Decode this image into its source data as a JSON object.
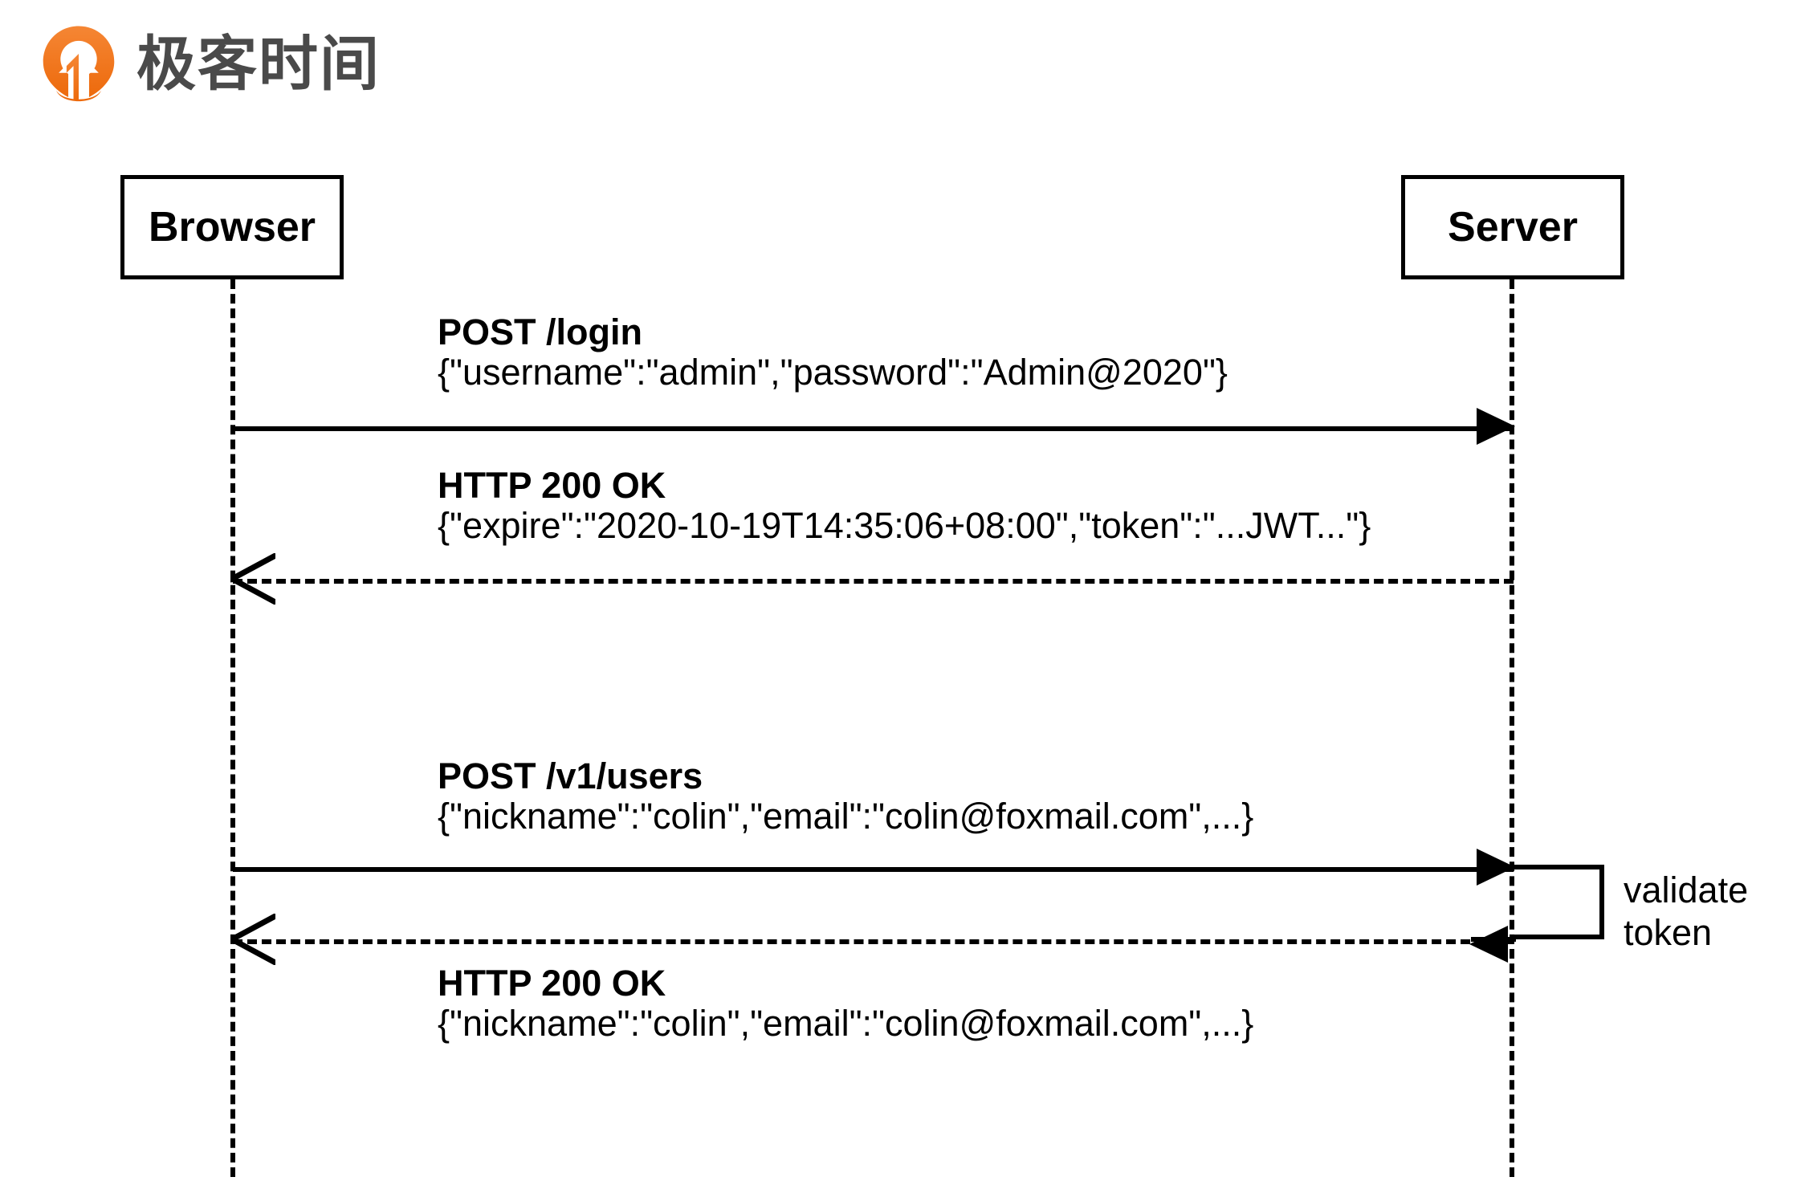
{
  "brand": {
    "name": "极客时间",
    "logo_icon": "geektime-logo-icon",
    "logo_color": "#F26522",
    "text_color": "#4A4A4A"
  },
  "diagram": {
    "type": "sequence-diagram",
    "stroke_color": "#000000",
    "background": "#FFFFFF",
    "participants": [
      {
        "id": "browser",
        "label": "Browser"
      },
      {
        "id": "server",
        "label": "Server"
      }
    ],
    "messages": [
      {
        "id": "msg-1",
        "from": "browser",
        "to": "server",
        "style": "solid",
        "arrowhead": "filled",
        "title": "POST /login",
        "body": "{\"username\":\"admin\",\"password\":\"Admin@2020\"}"
      },
      {
        "id": "msg-2",
        "from": "server",
        "to": "browser",
        "style": "dashed",
        "arrowhead": "open",
        "title": "HTTP 200 OK",
        "body": "{\"expire\":\"2020-10-19T14:35:06+08:00\",\"token\":\"...JWT...\"}"
      },
      {
        "id": "msg-3",
        "from": "browser",
        "to": "server",
        "style": "solid",
        "arrowhead": "filled",
        "title": "POST /v1/users",
        "body": "{\"nickname\":\"colin\",\"email\":\"colin@foxmail.com\",...}"
      },
      {
        "id": "msg-4",
        "from": "server",
        "to": "browser",
        "style": "dashed",
        "arrowhead": "open",
        "title": "HTTP 200 OK",
        "body": "{\"nickname\":\"colin\",\"email\":\"colin@foxmail.com\",...}"
      }
    ],
    "self_message": {
      "id": "self-msg-validate",
      "on": "server",
      "label_line1": "validate",
      "label_line2": "token"
    }
  }
}
